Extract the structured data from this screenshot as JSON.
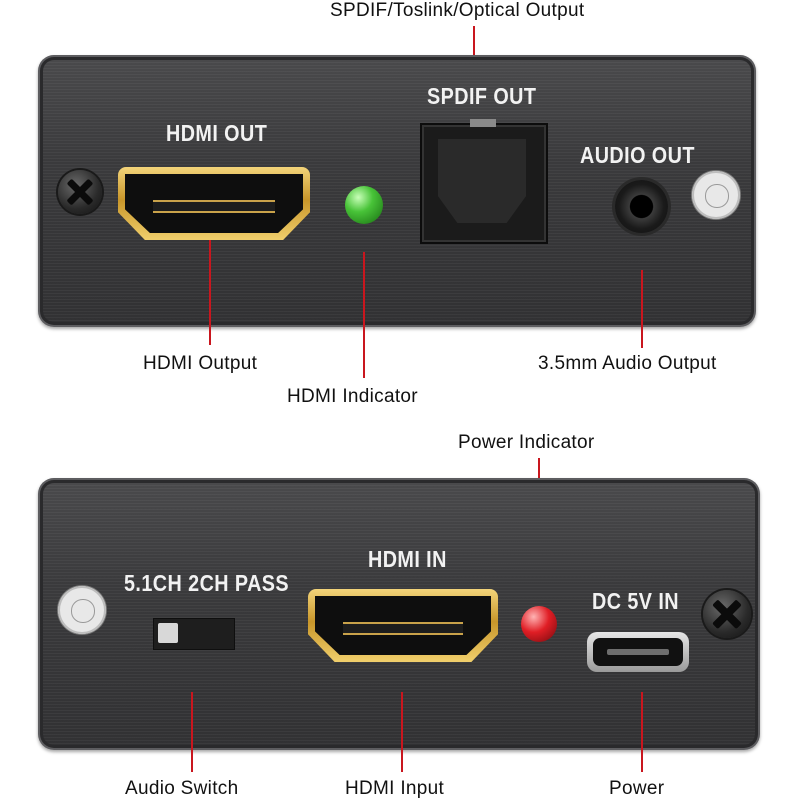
{
  "top_panel": {
    "hdmi_out_label": "HDMI OUT",
    "spdif_out_label": "SPDIF OUT",
    "audio_out_label": "AUDIO OUT"
  },
  "bottom_panel": {
    "mode_label": "5.1CH  2CH PASS",
    "hdmi_in_label": "HDMI  IN",
    "dc_in_label": "DC 5V IN"
  },
  "callouts": {
    "spdif_optical_output": "SPDIF/Toslink/Optical Output",
    "hdmi_output": "HDMI Output",
    "hdmi_indicator": "HDMI Indicator",
    "audio_output": "3.5mm Audio  Output",
    "power_indicator": "Power Indicator",
    "audio_switch": "Audio Switch",
    "hdmi_input": "HDMI Input",
    "power": "Power"
  },
  "colors": {
    "callout_line": "#c9161e",
    "hdmi_led": "#48c338",
    "power_led": "#e01e25",
    "panel": "#3a3a3c"
  }
}
